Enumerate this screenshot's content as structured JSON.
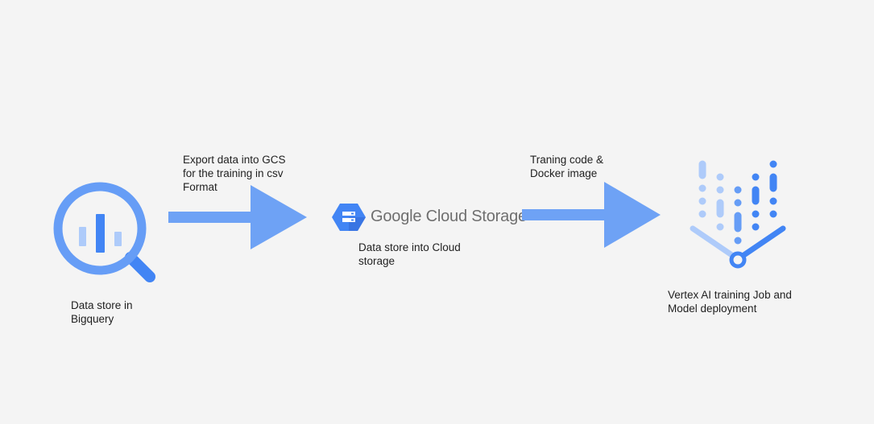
{
  "diagram": {
    "bigquery": {
      "caption": "Data store in\nBigquery",
      "icon": "bigquery-icon"
    },
    "arrow_1": {
      "label": "Export data into GCS\nfor the training in csv\nFormat"
    },
    "cloud_storage": {
      "logo_text": "Google Cloud Storage",
      "caption": "Data store into Cloud\nstorage",
      "icon": "cloud-storage-icon"
    },
    "arrow_2": {
      "label": "Traning code &\nDocker image"
    },
    "vertex_ai": {
      "caption": "Vertex AI training Job and\nModel deployment",
      "icon": "vertex-ai-icon"
    }
  },
  "colors": {
    "background": "#f4f4f4",
    "arrow": "#6ea2f5",
    "blue_primary": "#4285f4",
    "blue_mid": "#669df6",
    "blue_light": "#aecbfa",
    "text": "#1f1f1f",
    "logo_text": "#6f6f6f"
  }
}
